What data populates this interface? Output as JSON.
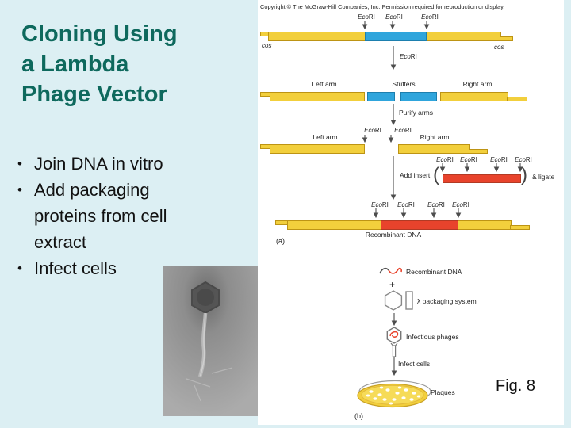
{
  "slide": {
    "title": "Cloning Using\na Lambda\nPhage Vector",
    "bullet_char": "•",
    "bullets": [
      "Join DNA in vitro",
      "Add packaging proteins from cell extract",
      "Infect cells"
    ],
    "figure_caption": "Fig. 8"
  },
  "figure": {
    "copyright": "Copyright © The McGraw-Hill Companies, Inc. Permission required for reproduction or display.",
    "labels": {
      "ecoRI_italic": "Eco",
      "ecoRI_roman": "RI",
      "cos": "cos",
      "left_arm": "Left arm",
      "stuffers": "Stuffers",
      "right_arm": "Right arm",
      "purify_arms": "Purify arms",
      "add_insert": "Add insert",
      "ligate": "& ligate",
      "recombinant_dna": "Recombinant DNA",
      "plus": "+",
      "lambda_packaging": "λ packaging system",
      "infectious_phages": "Infectious phages",
      "infect_cells": "Infect cells",
      "plaques": "Plaques",
      "panel_a": "(a)",
      "panel_b": "(b)",
      "paren_open": "(",
      "paren_close": ")"
    },
    "colors": {
      "slide_bg": "#DCEFF3",
      "title_text": "#0E695D",
      "vector_arm_yellow": "#F2CF3C",
      "stuffer_blue": "#2FA5DC",
      "insert_red": "#E8432C"
    }
  }
}
